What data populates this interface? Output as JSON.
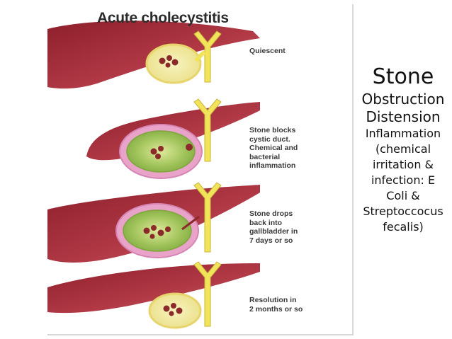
{
  "figure": {
    "title": "Acute cholecystitis",
    "stages": [
      {
        "label": "Quiescent"
      },
      {
        "label": "Stone blocks\ncystic duct.\nChemical and\nbacterial\ninflammation"
      },
      {
        "label": "Stone drops\nback into\ngallbladder in\n7 days or so"
      },
      {
        "label": "Resolution in\n2 months or so"
      }
    ]
  },
  "side_text": {
    "heading": "Stone",
    "line2": "Obstruction",
    "line3": "Distension",
    "body": "Inflammation\n(chemical\nirritation &\ninfection: E\nColi &\nStreptoccocus\nfecalis)"
  },
  "colors": {
    "liver": "#a52a35",
    "gallbladder_wall": "#e9a3c9",
    "bile": "#b6cf72",
    "duct": "#f1e35a",
    "stone": "#8b2a2a"
  }
}
